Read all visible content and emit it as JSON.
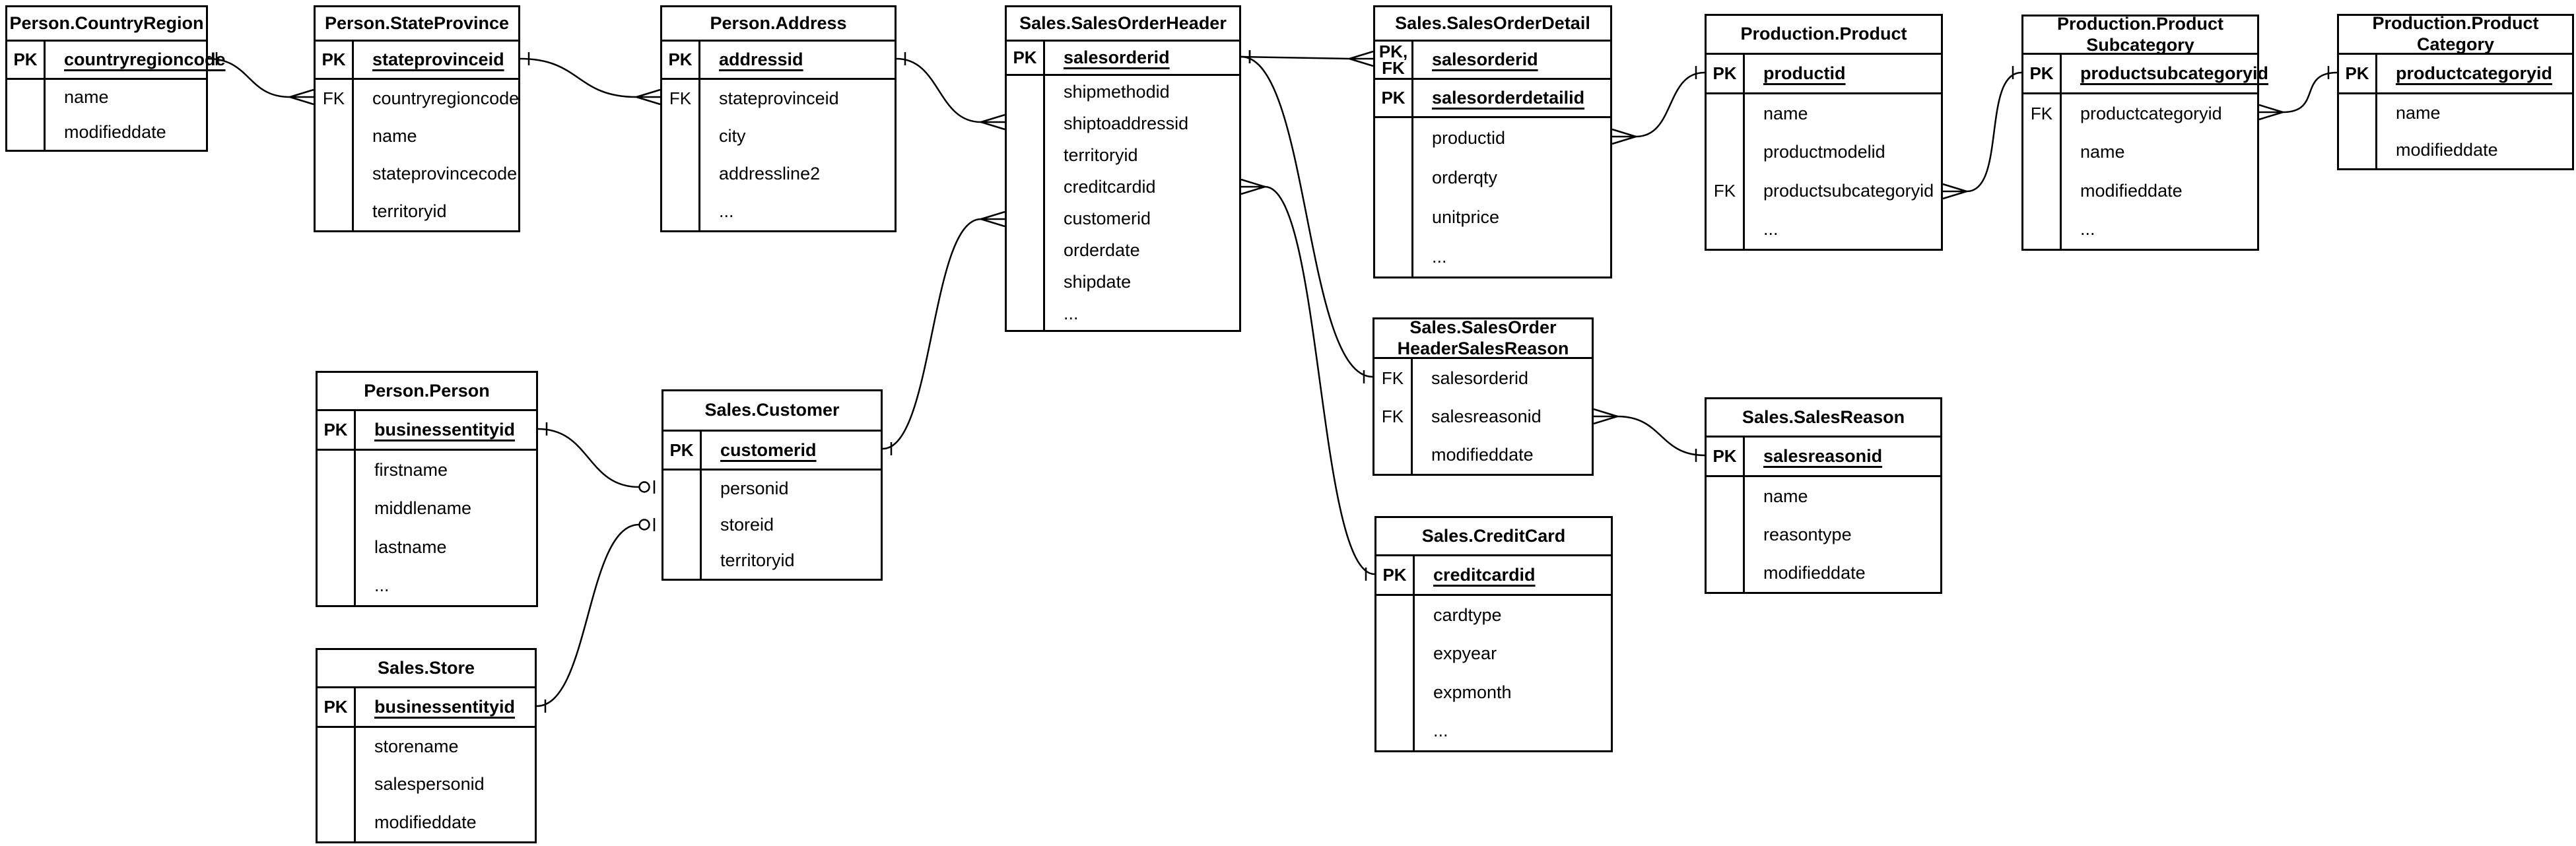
{
  "diagram": {
    "kind": "entity-relationship-diagram",
    "notation": "crows-foot",
    "background_color": "#ffffff",
    "line_color": "#000000",
    "text_color": "#000000"
  },
  "tables": [
    {
      "id": "country_region",
      "title": "Person.CountryRegion",
      "fields": [
        {
          "key": "PK",
          "name": "countryregioncode",
          "pk": true
        },
        {
          "key": "",
          "name": "name",
          "pk": false
        },
        {
          "key": "",
          "name": "modifieddate",
          "pk": false
        }
      ]
    },
    {
      "id": "state_province",
      "title": "Person.StateProvince",
      "fields": [
        {
          "key": "PK",
          "name": "stateprovinceid",
          "pk": true
        },
        {
          "key": "FK",
          "name": "countryregioncode",
          "pk": false
        },
        {
          "key": "",
          "name": "name",
          "pk": false
        },
        {
          "key": "",
          "name": "stateprovincecode",
          "pk": false
        },
        {
          "key": "",
          "name": "territoryid",
          "pk": false
        }
      ]
    },
    {
      "id": "address",
      "title": "Person.Address",
      "fields": [
        {
          "key": "PK",
          "name": "addressid",
          "pk": true
        },
        {
          "key": "FK",
          "name": "stateprovinceid",
          "pk": false
        },
        {
          "key": "",
          "name": "city",
          "pk": false
        },
        {
          "key": "",
          "name": "addressline2",
          "pk": false
        },
        {
          "key": "",
          "name": "...",
          "pk": false
        }
      ]
    },
    {
      "id": "sales_order_header",
      "title": "Sales.SalesOrderHeader",
      "fields": [
        {
          "key": "PK",
          "name": "salesorderid",
          "pk": true
        },
        {
          "key": "",
          "name": "shipmethodid",
          "pk": false
        },
        {
          "key": "",
          "name": "shiptoaddressid",
          "pk": false
        },
        {
          "key": "",
          "name": "territoryid",
          "pk": false
        },
        {
          "key": "",
          "name": "creditcardid",
          "pk": false
        },
        {
          "key": "",
          "name": "customerid",
          "pk": false
        },
        {
          "key": "",
          "name": "orderdate",
          "pk": false
        },
        {
          "key": "",
          "name": "shipdate",
          "pk": false
        },
        {
          "key": "",
          "name": "...",
          "pk": false
        }
      ]
    },
    {
      "id": "sales_order_detail",
      "title": "Sales.SalesOrderDetail",
      "fields": [
        {
          "key": "PK,\nFK",
          "name": "salesorderid",
          "pk": true
        },
        {
          "key": "PK",
          "name": "salesorderdetailid",
          "pk": true
        },
        {
          "key": "",
          "name": "productid",
          "pk": false
        },
        {
          "key": "",
          "name": "orderqty",
          "pk": false
        },
        {
          "key": "",
          "name": "unitprice",
          "pk": false
        },
        {
          "key": "",
          "name": "...",
          "pk": false
        }
      ]
    },
    {
      "id": "product",
      "title": "Production.Product",
      "fields": [
        {
          "key": "PK",
          "name": "productid",
          "pk": true
        },
        {
          "key": "",
          "name": "name",
          "pk": false
        },
        {
          "key": "",
          "name": "productmodelid",
          "pk": false
        },
        {
          "key": "FK",
          "name": "productsubcategoryid",
          "pk": false
        },
        {
          "key": "",
          "name": "...",
          "pk": false
        }
      ]
    },
    {
      "id": "product_subcategory",
      "title": "Production.Product\nSubcategory",
      "fields": [
        {
          "key": "PK",
          "name": "productsubcategoryid",
          "pk": true
        },
        {
          "key": "FK",
          "name": "productcategoryid",
          "pk": false
        },
        {
          "key": "",
          "name": "name",
          "pk": false
        },
        {
          "key": "",
          "name": "modifieddate",
          "pk": false
        },
        {
          "key": "",
          "name": "...",
          "pk": false
        }
      ]
    },
    {
      "id": "product_category",
      "title": "Production.Product\nCategory",
      "fields": [
        {
          "key": "PK",
          "name": "productcategoryid",
          "pk": true
        },
        {
          "key": "",
          "name": "name",
          "pk": false
        },
        {
          "key": "",
          "name": "modifieddate",
          "pk": false
        }
      ]
    },
    {
      "id": "person",
      "title": "Person.Person",
      "fields": [
        {
          "key": "PK",
          "name": "businessentityid",
          "pk": true
        },
        {
          "key": "",
          "name": "firstname",
          "pk": false
        },
        {
          "key": "",
          "name": "middlename",
          "pk": false
        },
        {
          "key": "",
          "name": "lastname",
          "pk": false
        },
        {
          "key": "",
          "name": "...",
          "pk": false
        }
      ]
    },
    {
      "id": "customer",
      "title": "Sales.Customer",
      "fields": [
        {
          "key": "PK",
          "name": "customerid",
          "pk": true
        },
        {
          "key": "",
          "name": "personid",
          "pk": false
        },
        {
          "key": "",
          "name": "storeid",
          "pk": false
        },
        {
          "key": "",
          "name": "territoryid",
          "pk": false
        }
      ]
    },
    {
      "id": "store",
      "title": "Sales.Store",
      "fields": [
        {
          "key": "PK",
          "name": "businessentityid",
          "pk": true
        },
        {
          "key": "",
          "name": "storename",
          "pk": false
        },
        {
          "key": "",
          "name": "salespersonid",
          "pk": false
        },
        {
          "key": "",
          "name": "modifieddate",
          "pk": false
        }
      ]
    },
    {
      "id": "header_sales_reason",
      "title": "Sales.SalesOrder\nHeaderSalesReason",
      "fields": [
        {
          "key": "FK",
          "name": "salesorderid",
          "pk": false
        },
        {
          "key": "FK",
          "name": "salesreasonid",
          "pk": false
        },
        {
          "key": "",
          "name": "modifieddate",
          "pk": false
        }
      ]
    },
    {
      "id": "sales_reason",
      "title": "Sales.SalesReason",
      "fields": [
        {
          "key": "PK",
          "name": "salesreasonid",
          "pk": true
        },
        {
          "key": "",
          "name": "name",
          "pk": false
        },
        {
          "key": "",
          "name": "reasontype",
          "pk": false
        },
        {
          "key": "",
          "name": "modifieddate",
          "pk": false
        }
      ]
    },
    {
      "id": "credit_card",
      "title": "Sales.CreditCard",
      "fields": [
        {
          "key": "PK",
          "name": "creditcardid",
          "pk": true
        },
        {
          "key": "",
          "name": "cardtype",
          "pk": false
        },
        {
          "key": "",
          "name": "expyear",
          "pk": false
        },
        {
          "key": "",
          "name": "expmonth",
          "pk": false
        },
        {
          "key": "",
          "name": "...",
          "pk": false
        }
      ]
    }
  ],
  "relationships": [
    {
      "from_table": "Person.CountryRegion",
      "from_field": "countryregioncode",
      "from_marker": "one",
      "to_table": "Person.StateProvince",
      "to_field": "countryregioncode",
      "to_marker": "many"
    },
    {
      "from_table": "Person.StateProvince",
      "from_field": "stateprovinceid",
      "from_marker": "one",
      "to_table": "Person.Address",
      "to_field": "stateprovinceid",
      "to_marker": "many"
    },
    {
      "from_table": "Person.Address",
      "from_field": "addressid",
      "from_marker": "one",
      "to_table": "Sales.SalesOrderHeader",
      "to_field": "shiptoaddressid",
      "to_marker": "many"
    },
    {
      "from_table": "Sales.Customer",
      "from_field": "customerid",
      "from_marker": "one",
      "to_table": "Sales.SalesOrderHeader",
      "to_field": "customerid",
      "to_marker": "many"
    },
    {
      "from_table": "Sales.SalesOrderHeader",
      "from_field": "salesorderid",
      "from_marker": "one",
      "to_table": "Sales.SalesOrderDetail",
      "to_field": "salesorderid",
      "to_marker": "many"
    },
    {
      "from_table": "Sales.SalesOrderHeader",
      "from_field": "salesorderid",
      "from_marker": "one",
      "to_table": "Sales.SalesOrderHeaderSalesReason",
      "to_field": "salesorderid",
      "to_marker": "one"
    },
    {
      "from_table": "Sales.SalesOrderHeader",
      "from_field": "creditcardid",
      "from_marker": "many",
      "to_table": "Sales.CreditCard",
      "to_field": "creditcardid",
      "to_marker": "one"
    },
    {
      "from_table": "Sales.SalesOrderHeaderSalesReason",
      "from_field": "salesreasonid",
      "from_marker": "many",
      "to_table": "Sales.SalesReason",
      "to_field": "salesreasonid",
      "to_marker": "one"
    },
    {
      "from_table": "Production.Product",
      "from_field": "productid",
      "from_marker": "one",
      "to_table": "Sales.SalesOrderDetail",
      "to_field": "productid",
      "to_marker": "many"
    },
    {
      "from_table": "Production.ProductSubcategory",
      "from_field": "productsubcategoryid",
      "from_marker": "one",
      "to_table": "Production.Product",
      "to_field": "productsubcategoryid",
      "to_marker": "many"
    },
    {
      "from_table": "Production.ProductCategory",
      "from_field": "productcategoryid",
      "from_marker": "one",
      "to_table": "Production.ProductSubcategory",
      "to_field": "productcategoryid",
      "to_marker": "many"
    },
    {
      "from_table": "Person.Person",
      "from_field": "businessentityid",
      "from_marker": "one",
      "to_table": "Sales.Customer",
      "to_field": "personid",
      "to_marker": "zero-or-one"
    },
    {
      "from_table": "Sales.Store",
      "from_field": "businessentityid",
      "from_marker": "one",
      "to_table": "Sales.Customer",
      "to_field": "storeid",
      "to_marker": "zero-or-one"
    }
  ]
}
